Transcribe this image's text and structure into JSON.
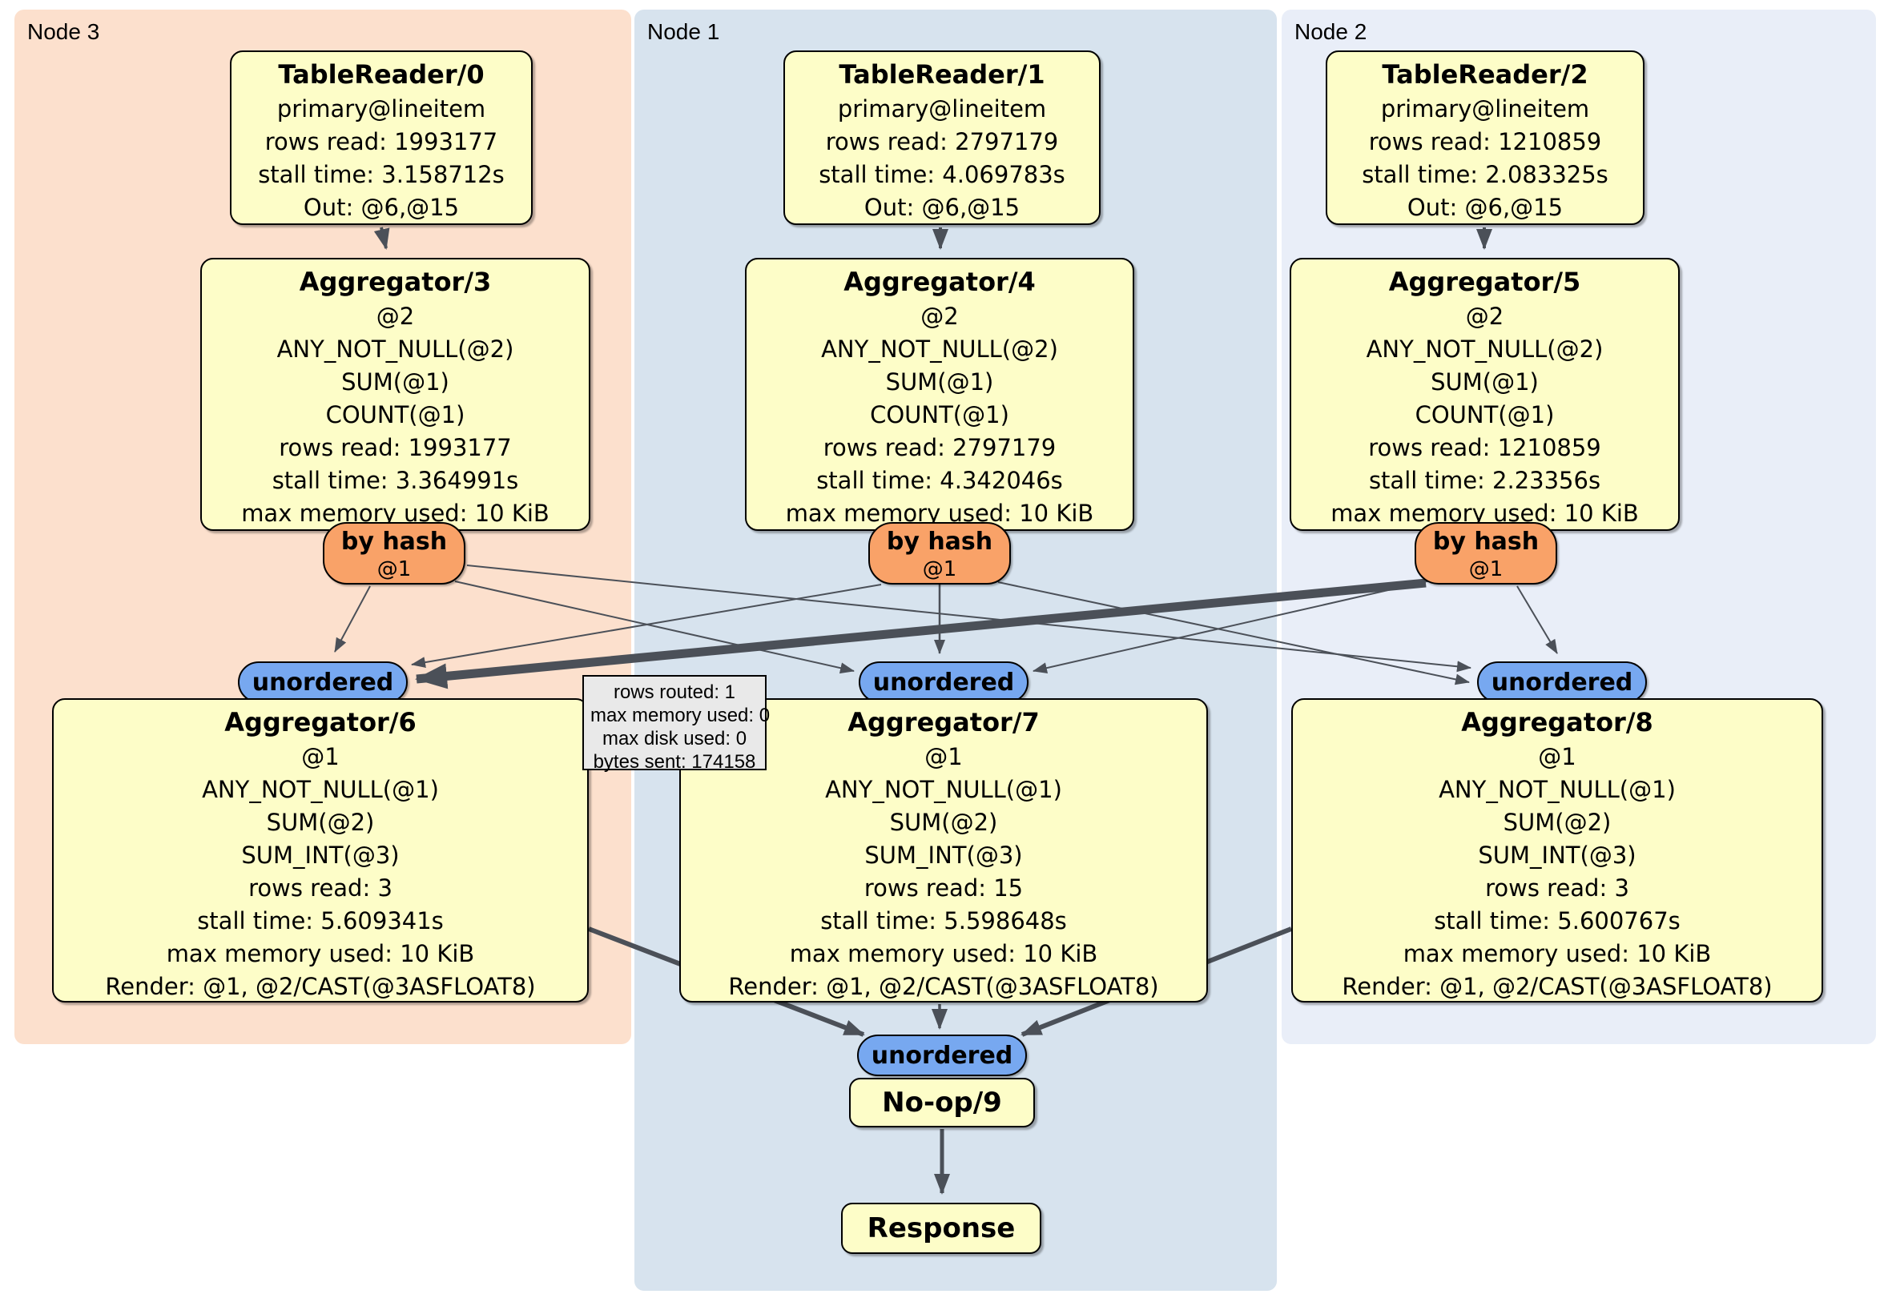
{
  "panels": [
    {
      "label": "Node 3"
    },
    {
      "label": "Node 1"
    },
    {
      "label": "Node 2"
    }
  ],
  "processors": {
    "tr0": {
      "title": "TableReader/0",
      "lines": [
        "primary@lineitem",
        "rows read: 1993177",
        "stall time: 3.158712s",
        "Out: @6,@15"
      ]
    },
    "tr1": {
      "title": "TableReader/1",
      "lines": [
        "primary@lineitem",
        "rows read: 2797179",
        "stall time: 4.069783s",
        "Out: @6,@15"
      ]
    },
    "tr2": {
      "title": "TableReader/2",
      "lines": [
        "primary@lineitem",
        "rows read: 1210859",
        "stall time: 2.083325s",
        "Out: @6,@15"
      ]
    },
    "agg3": {
      "title": "Aggregator/3",
      "lines": [
        "@2",
        "ANY_NOT_NULL(@2)",
        "SUM(@1)",
        "COUNT(@1)",
        "rows read: 1993177",
        "stall time: 3.364991s",
        "max memory used: 10 KiB"
      ]
    },
    "agg4": {
      "title": "Aggregator/4",
      "lines": [
        "@2",
        "ANY_NOT_NULL(@2)",
        "SUM(@1)",
        "COUNT(@1)",
        "rows read: 2797179",
        "stall time: 4.342046s",
        "max memory used: 10 KiB"
      ]
    },
    "agg5": {
      "title": "Aggregator/5",
      "lines": [
        "@2",
        "ANY_NOT_NULL(@2)",
        "SUM(@1)",
        "COUNT(@1)",
        "rows read: 1210859",
        "stall time: 2.23356s",
        "max memory used: 10 KiB"
      ]
    },
    "agg6": {
      "title": "Aggregator/6",
      "lines": [
        "@1",
        "ANY_NOT_NULL(@1)",
        "SUM(@2)",
        "SUM_INT(@3)",
        "rows read: 3",
        "stall time: 5.609341s",
        "max memory used: 10 KiB",
        "Render: @1, @2/CAST(@3ASFLOAT8)"
      ]
    },
    "agg7": {
      "title": "Aggregator/7",
      "lines": [
        "@1",
        "ANY_NOT_NULL(@1)",
        "SUM(@2)",
        "SUM_INT(@3)",
        "rows read: 15",
        "stall time: 5.598648s",
        "max memory used: 10 KiB",
        "Render: @1, @2/CAST(@3ASFLOAT8)"
      ]
    },
    "agg8": {
      "title": "Aggregator/8",
      "lines": [
        "@1",
        "ANY_NOT_NULL(@1)",
        "SUM(@2)",
        "SUM_INT(@3)",
        "rows read: 3",
        "stall time: 5.600767s",
        "max memory used: 10 KiB",
        "Render: @1, @2/CAST(@3ASFLOAT8)"
      ]
    },
    "noop": {
      "title": "No-op/9"
    },
    "response": {
      "title": "Response"
    }
  },
  "routers": [
    {
      "label": "by hash",
      "stream": "@1"
    },
    {
      "label": "by hash",
      "stream": "@1"
    },
    {
      "label": "by hash",
      "stream": "@1"
    }
  ],
  "syncs": [
    {
      "label": "unordered"
    },
    {
      "label": "unordered"
    },
    {
      "label": "unordered"
    },
    {
      "label": "unordered"
    }
  ],
  "tooltip": {
    "lines": [
      "rows routed: 1",
      "max memory used: 0",
      "max disk used: 0",
      "bytes sent: 174158"
    ]
  },
  "colors": {
    "panel_node3": "#fce0cd",
    "panel_node1": "#d7e3ee",
    "panel_node2": "#e9eef8",
    "box_fill": "#fdfdc8",
    "router_fill": "#f9a268",
    "sync_fill": "#77a8f0",
    "tooltip_fill": "#e9e9e9",
    "edge": "#4b5058"
  }
}
